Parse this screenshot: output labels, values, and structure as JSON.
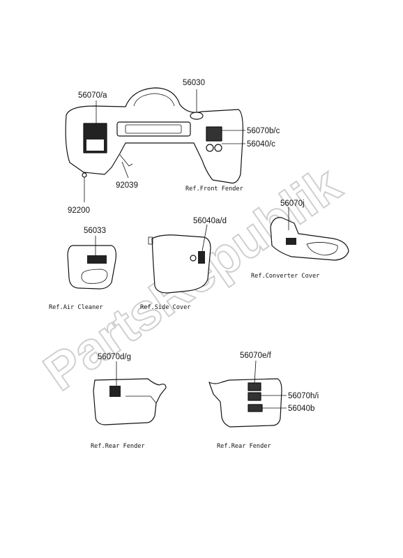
{
  "watermark": "PartsRepublik",
  "front_fender": {
    "labels": [
      "56070/a",
      "56030",
      "56070b/c",
      "56040/c",
      "92039",
      "92200"
    ],
    "ref": "Ref.Front Fender"
  },
  "air_cleaner": {
    "part": "56033",
    "ref": "Ref.Air Cleaner"
  },
  "side_cover": {
    "part": "56040a/d",
    "ref": "Ref.Side Cover"
  },
  "converter_cover": {
    "part": "56070j",
    "ref": "Ref.Converter Cover"
  },
  "rear_fender_left": {
    "part": "56070d/g",
    "ref": "Ref.Rear Fender"
  },
  "rear_fender_right": {
    "labels": [
      "56070e/f",
      "56070h/i",
      "56040b"
    ],
    "ref": "Ref.Rear Fender"
  }
}
